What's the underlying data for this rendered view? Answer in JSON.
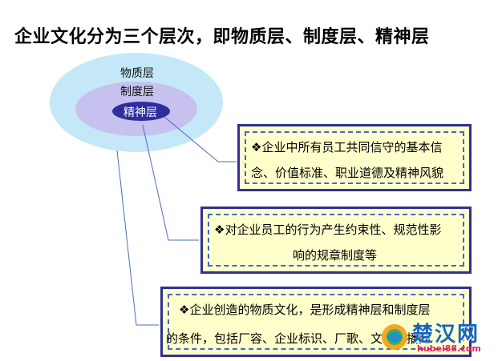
{
  "title": "企业文化分为三个层次，即物质层、制度层、精神层",
  "layers": {
    "outer": "物质层",
    "middle": "制度层",
    "inner": "精神层"
  },
  "boxes": [
    {
      "line1": "❖企业中所有员工共同信守的基本信",
      "line2": "念、价值标准、职业道德及精神风貌"
    },
    {
      "line1": "❖对企业员工的行为产生约束性、规范性影",
      "line2": "响的规章制度等"
    },
    {
      "line1": "❖企业创造的物质文化，是形成精神层和制度层",
      "line2": "的条件，包括厂容、企业标识、厂歌、文化传播网"
    }
  ],
  "watermark": {
    "text": "楚汉网",
    "sub": "hubei88.com"
  },
  "colors": {
    "outer": "#c4e8f7",
    "middle": "#c7c1f0",
    "inner": "#2e2e9e",
    "box_fill": "#ffffcc",
    "box_border": "#2e3192"
  }
}
